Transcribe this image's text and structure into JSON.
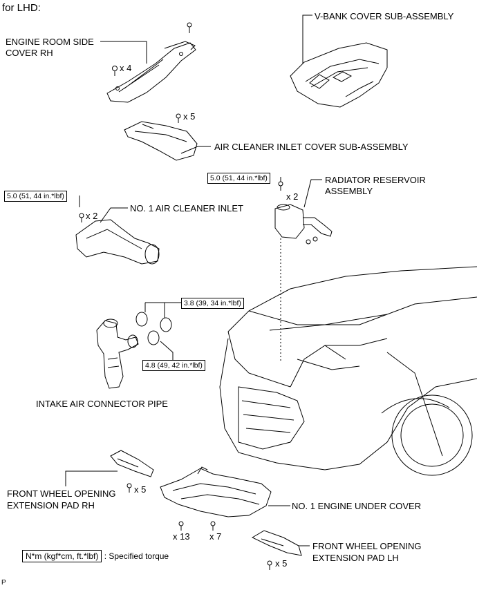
{
  "header": {
    "caption": "for LHD:"
  },
  "labels": {
    "engine_room_cover": [
      "ENGINE ROOM SIDE",
      "COVER RH"
    ],
    "vbank_cover": "V-BANK COVER SUB-ASSEMBLY",
    "air_cleaner_inlet_cover": "AIR CLEANER INLET COVER SUB-ASSEMBLY",
    "no1_air_cleaner_inlet": "NO. 1 AIR CLEANER INLET",
    "radiator_reservoir": [
      "RADIATOR RESERVOIR",
      "ASSEMBLY"
    ],
    "intake_air_connector": "INTAKE AIR CONNECTOR PIPE",
    "front_wheel_pad_rh": [
      "FRONT WHEEL OPENING",
      "EXTENSION PAD RH"
    ],
    "no1_engine_under_cover": "NO. 1 ENGINE UNDER COVER",
    "front_wheel_pad_lh": [
      "FRONT WHEEL OPENING",
      "EXTENSION PAD LH"
    ]
  },
  "torques": {
    "air_cleaner_inlet": "5.0 (51, 44 in.*lbf)",
    "radiator_reservoir": "5.0 (51, 44 in.*lbf)",
    "clamp_upper": "3.8 (39, 34 in.*lbf)",
    "clamp_lower": "4.8 (49, 42 in.*lbf)"
  },
  "counts": {
    "engine_room_cover": "x 4",
    "air_cleaner_inlet_cover": "x 5",
    "no1_air_cleaner_inlet": "x 2",
    "radiator_reservoir": "x 2",
    "front_wheel_pad_rh": "x 5",
    "under_cover_bolts": "x 13",
    "under_cover_screws": "x 7",
    "front_wheel_pad_lh": "x 5"
  },
  "legend": {
    "unit": "N*m (kgf*cm, ft.*lbf)",
    "text": ": Specified torque"
  },
  "footer": {
    "code": "P"
  }
}
